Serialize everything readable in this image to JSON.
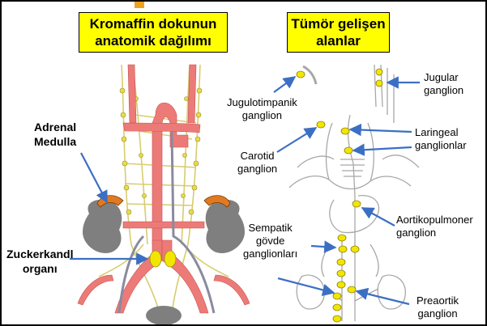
{
  "left_panel": {
    "title_lines": [
      "Kromaffin dokunun",
      "anatomik dağılımı"
    ],
    "labels": {
      "adrenal_medulla": [
        "Adrenal",
        "Medulla"
      ],
      "zuckerkandl": [
        "Zuckerkandl",
        "organı"
      ]
    }
  },
  "right_panel": {
    "title_lines": [
      "Tümör gelişen",
      "alanlar"
    ],
    "labels": {
      "jugulotimpanik": [
        "Jugulotimpanik",
        "ganglion"
      ],
      "jugular": [
        "Jugular",
        "ganglion"
      ],
      "carotid": [
        "Carotid",
        "ganglion"
      ],
      "laringeal": [
        "Laringeal",
        "ganglionlar"
      ],
      "aortikopulmoner": [
        "Aortikopulmoner",
        "ganglion"
      ],
      "sempatik": [
        "Sempatik",
        "gövde",
        "ganglionları"
      ],
      "preaortik": [
        "Preaortik",
        "ganglion"
      ]
    }
  },
  "colors": {
    "title_background": "#ffff00",
    "arrow": "#3b6fc4",
    "vessel": "#ec7b78",
    "ganglion": "#f2e600",
    "kidney": "#7f7f7f",
    "adrenal": "#e07a22"
  }
}
